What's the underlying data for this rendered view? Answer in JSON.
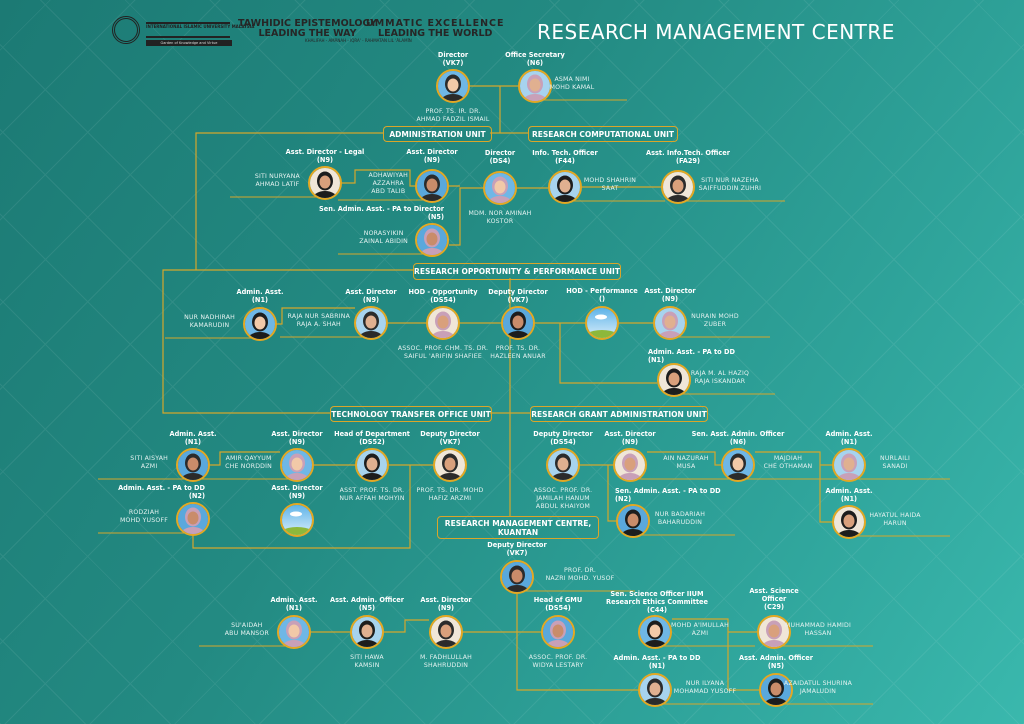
{
  "header": {
    "title": "RESEARCH MANAGEMENT CENTRE",
    "logo": {
      "name": "INTERNATIONAL ISLAMIC UNIVERSITY MALAYSIA",
      "motto": "Garden of Knowledge and Virtue"
    },
    "slogan_left": [
      "TAWHIDIC EPISTEMOLOGY",
      "LEADING THE WAY"
    ],
    "slogan_right": [
      "UMMATIC EXCELLENCE",
      "LEADING THE WORLD"
    ],
    "values": "KHALIFAH - AMĀNAH - IQRA' - RAHMATAN LIL ʿĀLAMĪN"
  },
  "colors": {
    "accent": "#e3a823",
    "line": "#d4a72c",
    "background": "#238a82"
  },
  "units": [
    "ADMINISTRATION UNIT",
    "RESEARCH COMPUTATIONAL UNIT",
    "RESEARCH OPPORTUNITY & PERFORMANCE UNIT",
    "TECHNOLOGY TRANSFER OFFICE UNIT",
    "RESEARCH GRANT ADMINISTRATION UNIT",
    "RESEARCH MANAGEMENT CENTRE, KUANTAN"
  ],
  "people": [
    {
      "role": "Director\n(VK7)",
      "name": "PROF. TS. IR. DR.\nAHMAD FADZIL ISMAIL"
    },
    {
      "role": "Office Secretary\n(N6)",
      "name": "ASMA NIMI\nMOHD KAMAL"
    },
    {
      "role": "Asst. Director - Legal\n(N9)",
      "name": "SITI NURYANA\nAHMAD LATIF"
    },
    {
      "role": "Asst. Director\n(N9)",
      "name": "ADHAWIYAH\nAZZAHRA\nABD TALIB"
    },
    {
      "role": "Director\n(DS4)",
      "name": "MDM. NOR AMINAH\nKOSTOR"
    },
    {
      "role": "Info. Tech. Officer\n(F44)",
      "name": "MOHD SHAHRIN\nSAAT"
    },
    {
      "role": "Asst. Info.Tech. Officer\n(FA29)",
      "name": "SITI NUR NAZEHA\nSAIFFUDDIN ZUHRI"
    },
    {
      "role": "Sen. Admin. Asst. - PA to Director\n(N5)",
      "name": "NORASYIKIN\nZAINAL ABIDIN"
    },
    {
      "role": "Admin. Asst.\n(N1)",
      "name": "NUR NADHIRAH\nKAMARUDIN"
    },
    {
      "role": "Asst. Director\n(N9)",
      "name": "RAJA NUR SABRINA\nRAJA A. SHAH"
    },
    {
      "role": "HOD - Opportunity\n(DS54)",
      "name": "ASSOC. PROF. CHM. TS. DR.\nSAIFUL 'ARIFIN SHAFIEE"
    },
    {
      "role": "Deputy Director\n(VK7)",
      "name": "PROF. TS. DR.\nHAZLEEN ANUAR"
    },
    {
      "role": "HOD - Performance\n()",
      "name": null,
      "vacant": true
    },
    {
      "role": "Asst. Director\n(N9)",
      "name": "NURAIN MOHD\nZUBER"
    },
    {
      "role": "Admin. Asst. - PA to DD\n(N1)",
      "name": "RAJA M. AL HAZIQ\nRAJA ISKANDAR"
    },
    {
      "role": "Admin. Asst.\n(N1)",
      "name": "SITI AISYAH\nAZMI"
    },
    {
      "role": "Asst. Director\n(N9)",
      "name": "AMIR QAYYUM\nCHE NORDDIN"
    },
    {
      "role": "Head of Department\n(DS52)",
      "name": "ASST. PROF. TS. DR.\nNUR AFFAH MOHYIN"
    },
    {
      "role": "Deputy Director\n(VK7)",
      "name": "PROF. TS. DR. MOHD\nHAFIZ ARZMI"
    },
    {
      "role": "Admin. Asst. - PA to DD\n(N2)",
      "name": "RODZIAH\nMOHD YUSOFF"
    },
    {
      "role": "Asst. Director\n(N9)",
      "name": null,
      "vacant": true
    },
    {
      "role": "Deputy Director\n(DS54)",
      "name": "ASSOC. PROF. DR.\nJAMILAH HANUM\nABDUL KHAIYOM"
    },
    {
      "role": "Asst. Director\n(N9)",
      "name": "AIN NAZURAH\nMUSA"
    },
    {
      "role": "Sen. Admin. Asst. - PA to DD\n(N2)",
      "name": "NUR BADARIAH\nBAHARUDDIN"
    },
    {
      "role": "Sen. Asst. Admin. Officer\n(N6)",
      "name": "MAJDIAH\nCHE OTHAMAN"
    },
    {
      "role": "Admin. Asst.\n(N1)",
      "name": "NURLAILI\nSANADI"
    },
    {
      "role": "Admin. Asst.\n(N1)",
      "name": "HAYATUL HAIDA\nHARUN"
    },
    {
      "role": "Deputy Director\n(VK7)",
      "name": "PROF. DR.\nNAZRI MOHD. YUSOF"
    },
    {
      "role": "Admin. Asst.\n(N1)",
      "name": "SU'AIDAH\nABU MANSOR"
    },
    {
      "role": "Asst. Admin. Officer\n(N5)",
      "name": "SITI HAWA\nKAMSIN"
    },
    {
      "role": "Asst. Director\n(N9)",
      "name": "M. FADHLULLAH\nSHAHRUDDIN"
    },
    {
      "role": "Head of GMU\n(DS54)",
      "name": "ASSOC. PROF. DR.\nWIDYA LESTARY"
    },
    {
      "role": "Sen. Science Officer IIUM\nResearch Ethics Committee\n(C44)",
      "name": "MOHD A'IMULLAH\nAZMI"
    },
    {
      "role": "Admin. Asst. - PA to DD\n(N1)",
      "name": "NUR ILYANA\nMOHAMAD YUSOFF"
    },
    {
      "role": "Asst. Science\nOfficer\n(C29)",
      "name": "MUHAMMAD HAMIDI\nHASSAN"
    },
    {
      "role": "Asst. Admin. Officer\n(N5)",
      "name": "AZAIDATUL SHURINA\nJAMALUDIN"
    }
  ]
}
